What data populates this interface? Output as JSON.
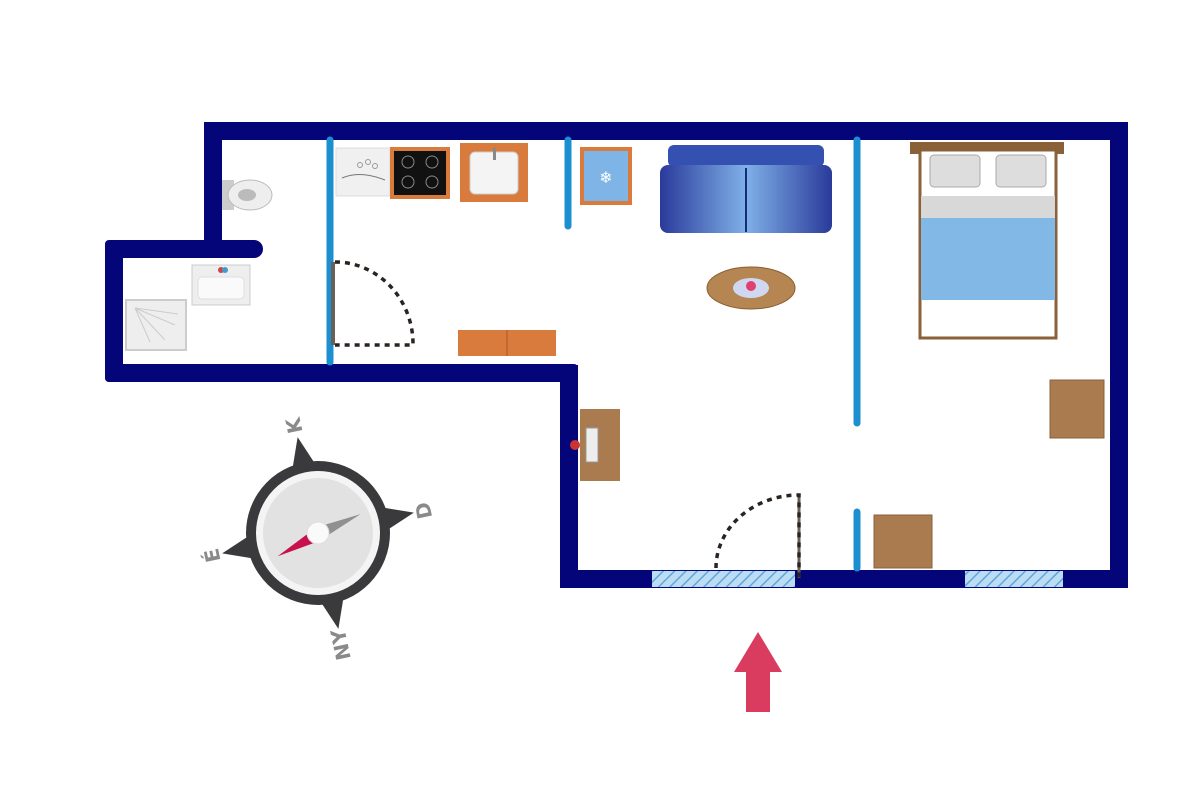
{
  "floorplan": {
    "colors": {
      "wall": "#05057a",
      "partition": "#1c8fd0",
      "furniture_orange": "#d97b3c",
      "furniture_brown": "#a97b4f",
      "window": "#9cc8ea",
      "entry_arrow": "#d93c5f"
    },
    "rooms": [
      "bathroom",
      "toilet",
      "kitchen-living",
      "bedroom"
    ]
  },
  "compass": {
    "north": "K",
    "east": "D",
    "south": "NY",
    "west": "É"
  }
}
